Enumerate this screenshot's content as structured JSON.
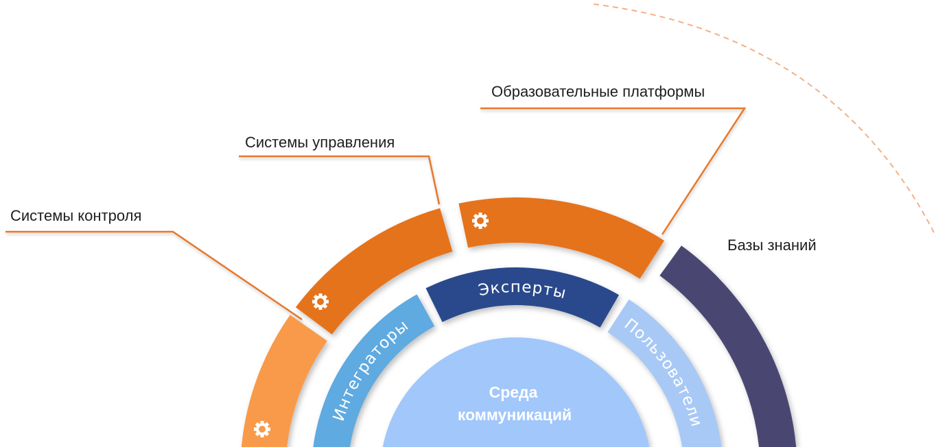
{
  "labels": {
    "control": "Системы контроля",
    "management": "Системы управления",
    "education": "Образовательные платформы",
    "knowledge": "Базы знаний"
  },
  "inner_ring": {
    "integrators": "Интеграторы",
    "experts": "Эксперты",
    "users": "Пользователи"
  },
  "center": {
    "line1": "Среда",
    "line2": "коммуникаций"
  },
  "colors": {
    "orange": "#e5731a",
    "light_orange": "#f89a48",
    "purple": "#4a4672",
    "integrators": "#5eaae0",
    "experts": "#2b4a8c",
    "users": "#a8c9f5",
    "center": "#a1c7fb"
  },
  "icons": [
    "gear-icon"
  ]
}
